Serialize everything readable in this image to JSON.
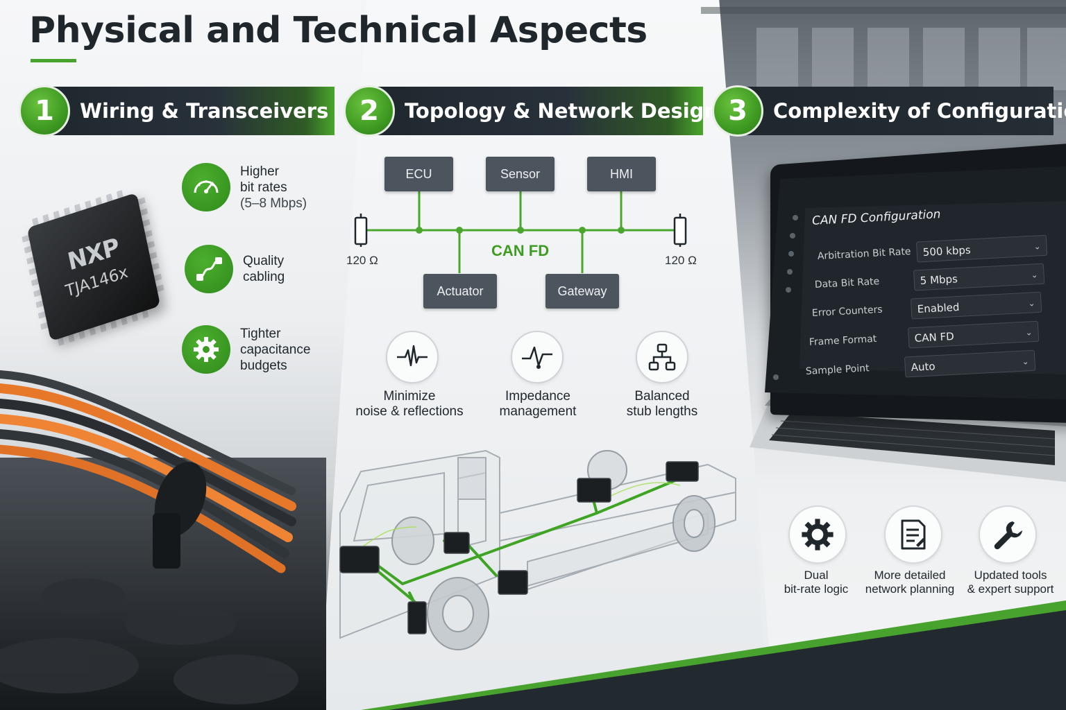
{
  "title": "Physical and Technical Aspects",
  "colors": {
    "accent": "#47a22e",
    "dark": "#1f272e",
    "node": "#4c555d"
  },
  "sections": [
    {
      "number": "1",
      "label": "Wiring & Transceivers"
    },
    {
      "number": "2",
      "label": "Topology & Network Design"
    },
    {
      "number": "3",
      "label": "Complexity of Configuration"
    }
  ],
  "chip": {
    "brand": "NXP",
    "part": "TJA146x"
  },
  "wiring_features": [
    {
      "icon": "speedometer-icon",
      "line1": "Higher",
      "line2": "bit rates",
      "line3": "(5–8 Mbps)"
    },
    {
      "icon": "cable-plug-icon",
      "line1": "Quality",
      "line2": "cabling"
    },
    {
      "icon": "gear-icon",
      "line1": "Tighter",
      "line2": "capacitance",
      "line3": "budgets"
    }
  ],
  "network": {
    "bus_label": "CAN FD",
    "nodes_top": [
      "ECU",
      "Sensor",
      "HMI"
    ],
    "nodes_bottom": [
      "Actuator",
      "Gateway"
    ],
    "termination_left": "120 Ω",
    "termination_right": "120 Ω"
  },
  "topology_features": [
    {
      "icon": "waveform-icon",
      "line1": "Minimize",
      "line2": "noise & reflections"
    },
    {
      "icon": "impedance-icon",
      "line1": "Impedance",
      "line2": "management"
    },
    {
      "icon": "network-tree-icon",
      "line1": "Balanced",
      "line2": "stub lengths"
    }
  ],
  "config_panel": {
    "title": "CAN FD Configuration",
    "rows": [
      {
        "label": "Arbitration Bit Rate",
        "value": "500 kbps"
      },
      {
        "label": "Data Bit Rate",
        "value": "5 Mbps"
      },
      {
        "label": "Error Counters",
        "value": "Enabled"
      },
      {
        "label": "Frame Format",
        "value": "CAN FD"
      },
      {
        "label": "Sample Point",
        "value": "Auto"
      }
    ]
  },
  "config_features": [
    {
      "icon": "gear-icon",
      "line1": "Dual",
      "line2": "bit-rate logic"
    },
    {
      "icon": "document-icon",
      "line1": "More detailed",
      "line2": "network planning"
    },
    {
      "icon": "wrench-icon",
      "line1": "Updated tools",
      "line2": "& expert support"
    }
  ]
}
